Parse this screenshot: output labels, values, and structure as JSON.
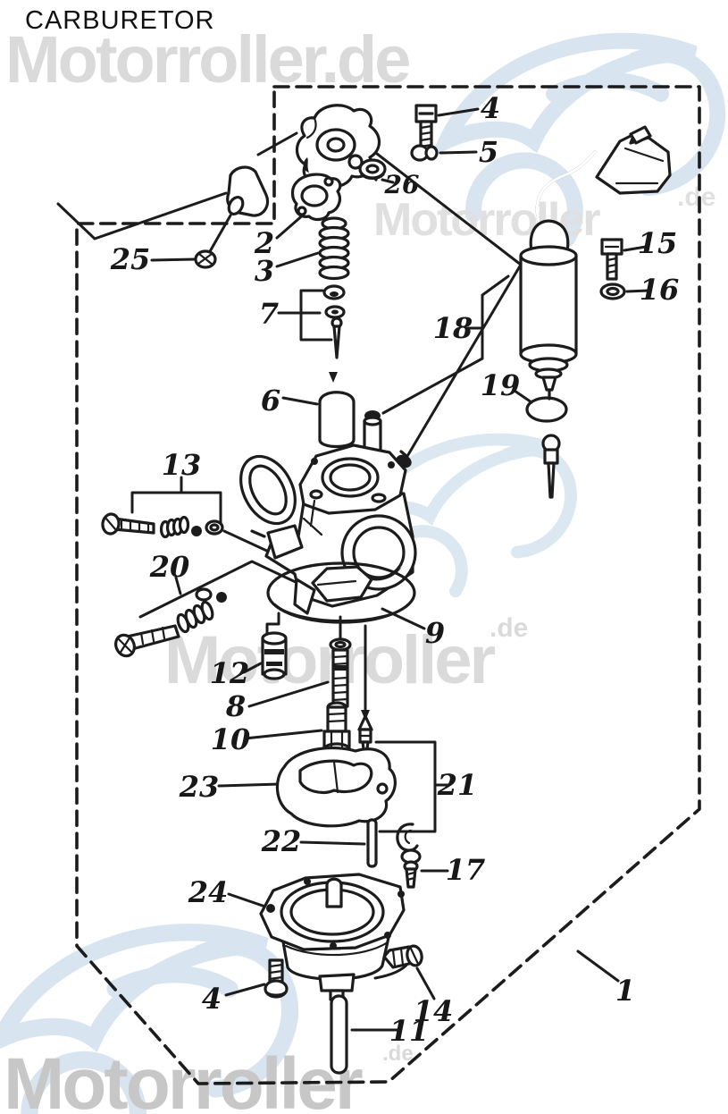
{
  "title": "CARBURETOR",
  "watermarks": {
    "top_text": "Motorroller.de",
    "upper_right_text": "Motorroller",
    "upper_right_domain": ".de",
    "middle_text": "Motorroller",
    "middle_domain": ".de",
    "bottom_text": "Motorroller",
    "bottom_domain": ".de",
    "text_color": "#dadada",
    "upper_right_color": "#e0e0e0",
    "bottom_text_color": "#c7c7c7",
    "graphic_color": "#b9d0e4"
  },
  "diagram": {
    "subject": "carburetor exploded parts diagram",
    "line_color": "#1c1c1c",
    "boundary_style": "dashed",
    "callouts": {
      "c1": "1",
      "c2": "2",
      "c3": "3",
      "c4_top": "4",
      "c4_bottom": "4",
      "c5": "5",
      "c6": "6",
      "c7": "7",
      "c8": "8",
      "c9": "9",
      "c10": "10",
      "c11": "11",
      "c12": "12",
      "c13": "13",
      "c14": "14",
      "c15": "15",
      "c16": "16",
      "c17": "17",
      "c18": "18",
      "c19": "19",
      "c20": "20",
      "c21": "21",
      "c22": "22",
      "c23": "23",
      "c24": "24",
      "c25": "25",
      "c26": "26"
    }
  }
}
